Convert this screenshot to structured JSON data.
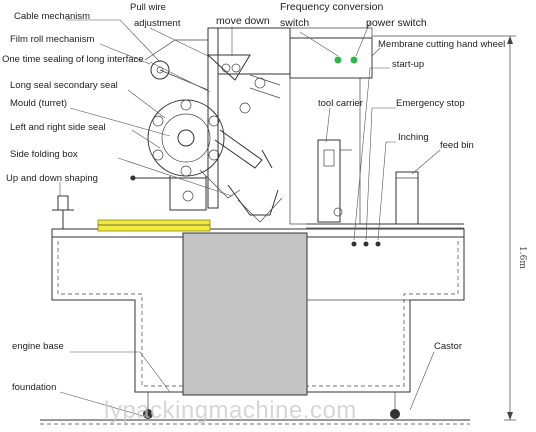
{
  "labels": {
    "cable_mechanism": "Cable mechanism",
    "pull_wire_1": "Pull wire",
    "pull_wire_2": "adjustment",
    "move_down": "move down",
    "freq_conv_1": "Frequency conversion",
    "freq_conv_2": "switch",
    "power_switch": "power switch",
    "film_roll": "Film roll mechanism",
    "membrane_cutting": "Membrane cutting hand wheel",
    "one_time_sealing": "One time sealing of long interface",
    "start_up": "start-up",
    "long_seal": "Long seal secondary seal",
    "tool_carrier": "tool carrier",
    "emergency_stop": "Emergency stop",
    "mould": "Mould (turret)",
    "left_right_seal": "Left and right side seal",
    "inching": "Inching",
    "feed_bin": "feed bin",
    "side_folding": "Side folding box",
    "up_down_shaping": "Up and down shaping",
    "engine_base": "engine base",
    "castor": "Castor",
    "foundation": "foundation"
  },
  "dimensions": {
    "height": "1.6m"
  },
  "watermark": "lypackingmachine.com",
  "colors": {
    "turret_gray": "#c4c4c4",
    "feed_yellow": "#f2ea3a",
    "switch_green": "#2fb84a",
    "line": "#333333"
  }
}
